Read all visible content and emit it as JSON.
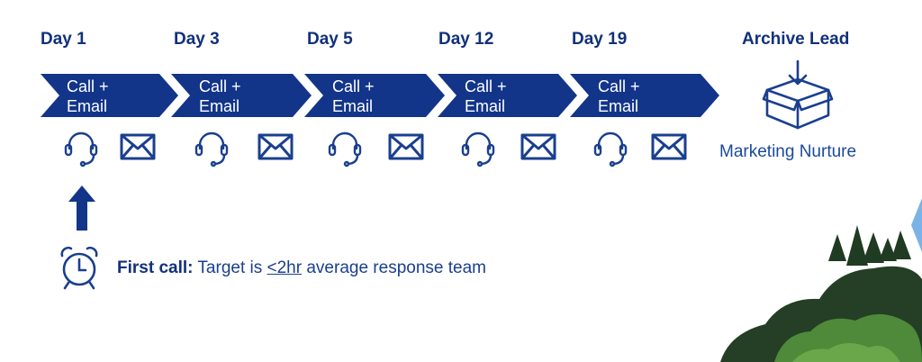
{
  "days": [
    "Day 1",
    "Day 3",
    "Day 5",
    "Day 12",
    "Day 19"
  ],
  "step_label": "Call +\nEmail",
  "archive": {
    "title": "Archive Lead",
    "subtitle": "Marketing Nurture"
  },
  "note": {
    "bold": "First call:",
    "pre": " Target is ",
    "underlined": "<2hr",
    "post": " average response team"
  },
  "colors": {
    "navy": "#12358a",
    "text": "#11317a",
    "icon": "#1a3f8f",
    "foliage_dark": "#1f3b22",
    "foliage_light": "#4f8a3a"
  },
  "icons": [
    "headset-icon",
    "mail-icon",
    "up-arrow-icon",
    "alarm-clock-icon",
    "box-download-icon"
  ]
}
